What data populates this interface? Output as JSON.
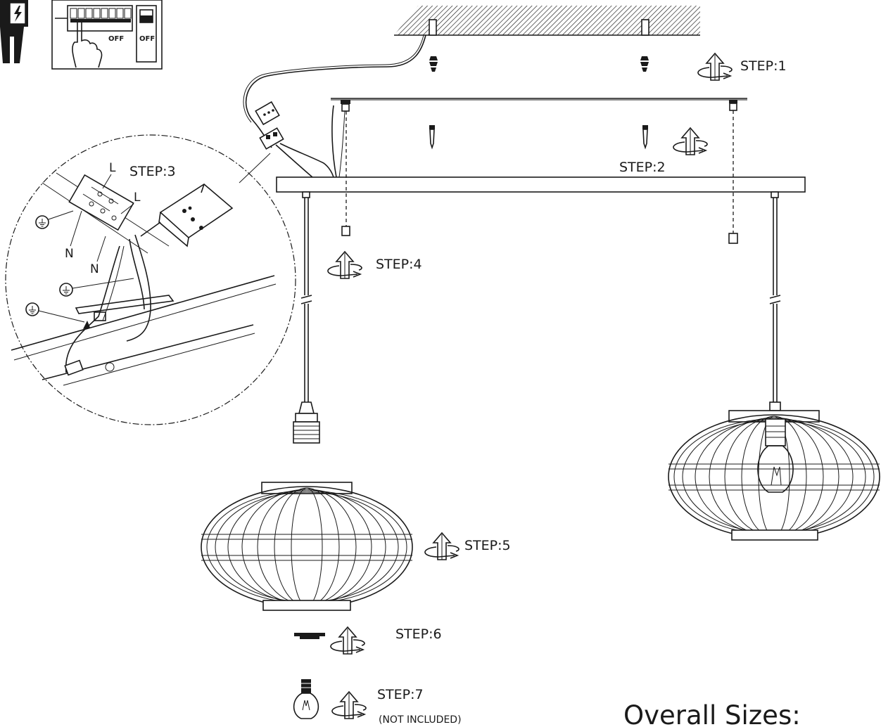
{
  "switch_panel": {
    "off_label_left": "OFF",
    "off_label_right": "OFF"
  },
  "steps": {
    "step1": "STEP:1",
    "step2": "STEP:2",
    "step3": "STEP:3",
    "step4": "STEP:4",
    "step5": "STEP:5",
    "step6": "STEP:6",
    "step7": "STEP:7",
    "step7_note": "(NOT INCLUDED)"
  },
  "wiring_labels": {
    "live_1": "L",
    "live_2": "L",
    "neutral_1": "N",
    "neutral_2": "N"
  },
  "footer": {
    "overall_sizes": "Overall Sizes:"
  },
  "colors": {
    "line": "#1a1a1a",
    "background": "#ffffff"
  },
  "icons": [
    "lightning-warning-icon",
    "hand-icon",
    "rotate-arrow-icon",
    "ground-symbol-icon",
    "light-bulb-icon"
  ]
}
